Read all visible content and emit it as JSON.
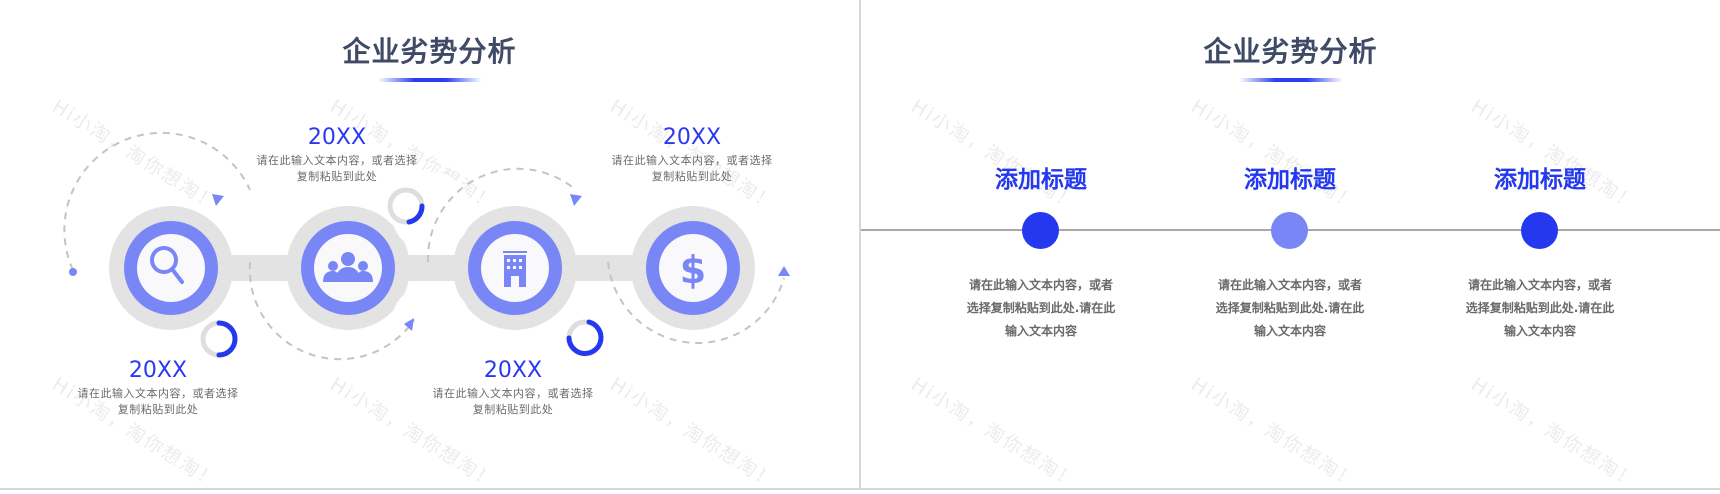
{
  "colors": {
    "title": "#3e4a66",
    "accent_dark": "#2438ef",
    "accent_light": "#7986f5",
    "track_gray": "#e3e3e3",
    "text_gray": "#6b6b6b"
  },
  "left_slide": {
    "title": "企业劣势分析",
    "watermark": "Hi小淘，淘你想淘！",
    "steps": [
      {
        "icon": "search-icon",
        "year": "20XX",
        "label_position": "bottom",
        "desc_line1": "请在此输入文本内容，或者选择",
        "desc_line2": "复制粘贴到此处"
      },
      {
        "icon": "users-icon",
        "year": "20XX",
        "label_position": "top",
        "desc_line1": "请在此输入文本内容，或者选择",
        "desc_line2": "复制粘贴到此处"
      },
      {
        "icon": "building-icon",
        "year": "20XX",
        "label_position": "bottom",
        "desc_line1": "请在此输入文本内容，或者选择",
        "desc_line2": "复制粘贴到此处"
      },
      {
        "icon": "dollar-icon",
        "year": "20XX",
        "label_position": "top",
        "desc_line1": "请在此输入文本内容，或者选择",
        "desc_line2": "复制粘贴到此处"
      }
    ]
  },
  "right_slide": {
    "title": "企业劣势分析",
    "watermark": "Hi小淘，淘你想淘！",
    "items": [
      {
        "heading": "添加标题",
        "dot_color": "#2438ef",
        "line1": "请在此输入文本内容，或者",
        "line2": "选择复制粘贴到此处.请在此",
        "line3": "输入文本内容"
      },
      {
        "heading": "添加标题",
        "dot_color": "#7986f5",
        "line1": "请在此输入文本内容，或者",
        "line2": "选择复制粘贴到此处.请在此",
        "line3": "输入文本内容"
      },
      {
        "heading": "添加标题",
        "dot_color": "#2438ef",
        "line1": "请在此输入文本内容，或者",
        "line2": "选择复制粘贴到此处.请在此",
        "line3": "输入文本内容"
      }
    ]
  }
}
